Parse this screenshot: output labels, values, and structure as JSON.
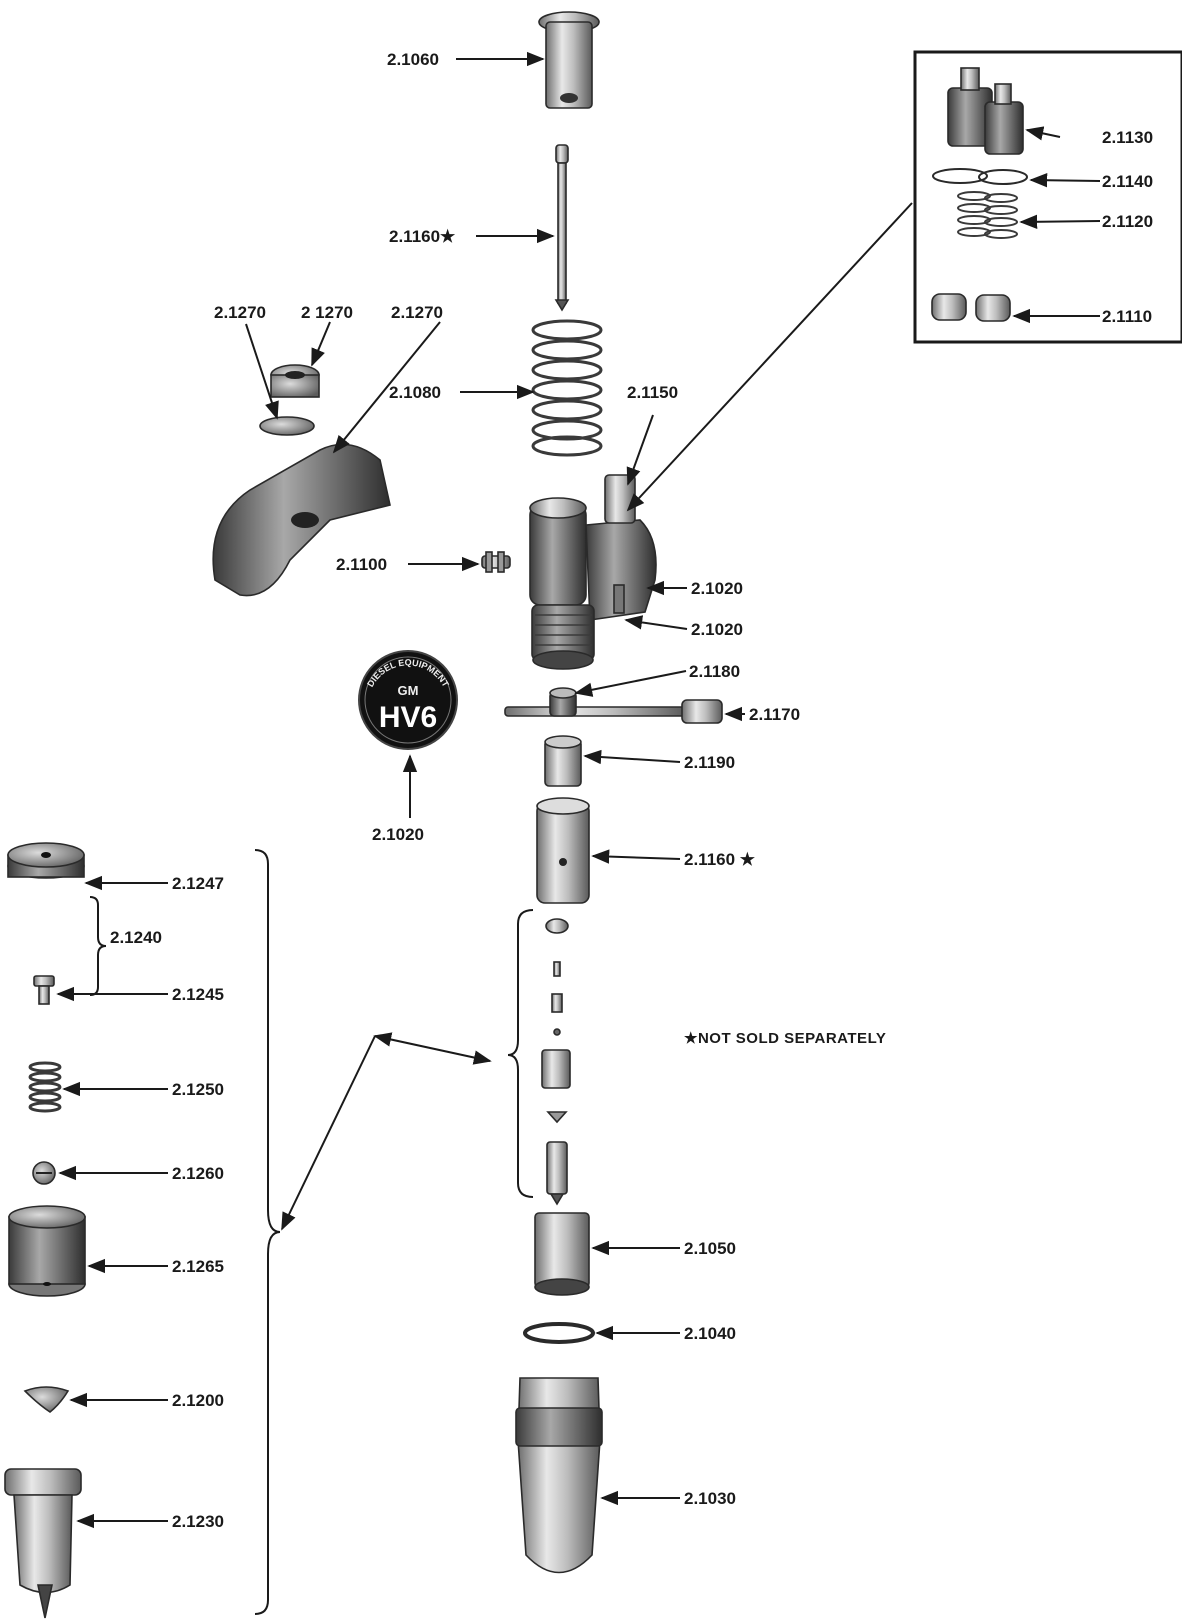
{
  "labels": {
    "p2_1060": "2.1060",
    "p2_1160_top": "2.1160★",
    "p2_1270_a": "2.1270",
    "p2_1270_b": "2 1270",
    "p2_1270_c": "2.1270",
    "p2_1080": "2.1080",
    "p2_1150": "2.1150",
    "p2_1100": "2.1100",
    "p2_1020_a": "2.1020",
    "p2_1020_b": "2.1020",
    "p2_1180": "2.1180",
    "p2_1170": "2.1170",
    "p2_1190": "2.1190",
    "p2_1020_badge": "2.1020",
    "p2_1160_mid": "2.1160 ★",
    "p2_1130": "2.1130",
    "p2_1140": "2.1140",
    "p2_1120": "2.1120",
    "p2_1110": "2.1110",
    "p2_1247": "2.1247",
    "p2_1240": "2.1240",
    "p2_1245": "2.1245",
    "p2_1250": "2.1250",
    "p2_1260": "2.1260",
    "p2_1265": "2.1265",
    "p2_1200": "2.1200",
    "p2_1230": "2.1230",
    "p2_1050": "2.1050",
    "p2_1040": "2.1040",
    "p2_1030": "2.1030"
  },
  "note": "★NOT SOLD SEPARATELY",
  "badge": {
    "arc_text": "DIESEL EQUIPMENT",
    "brand": "GM",
    "model": "HV6"
  },
  "colors": {
    "ink": "#1a1a1a",
    "badge_bg": "#111111"
  }
}
